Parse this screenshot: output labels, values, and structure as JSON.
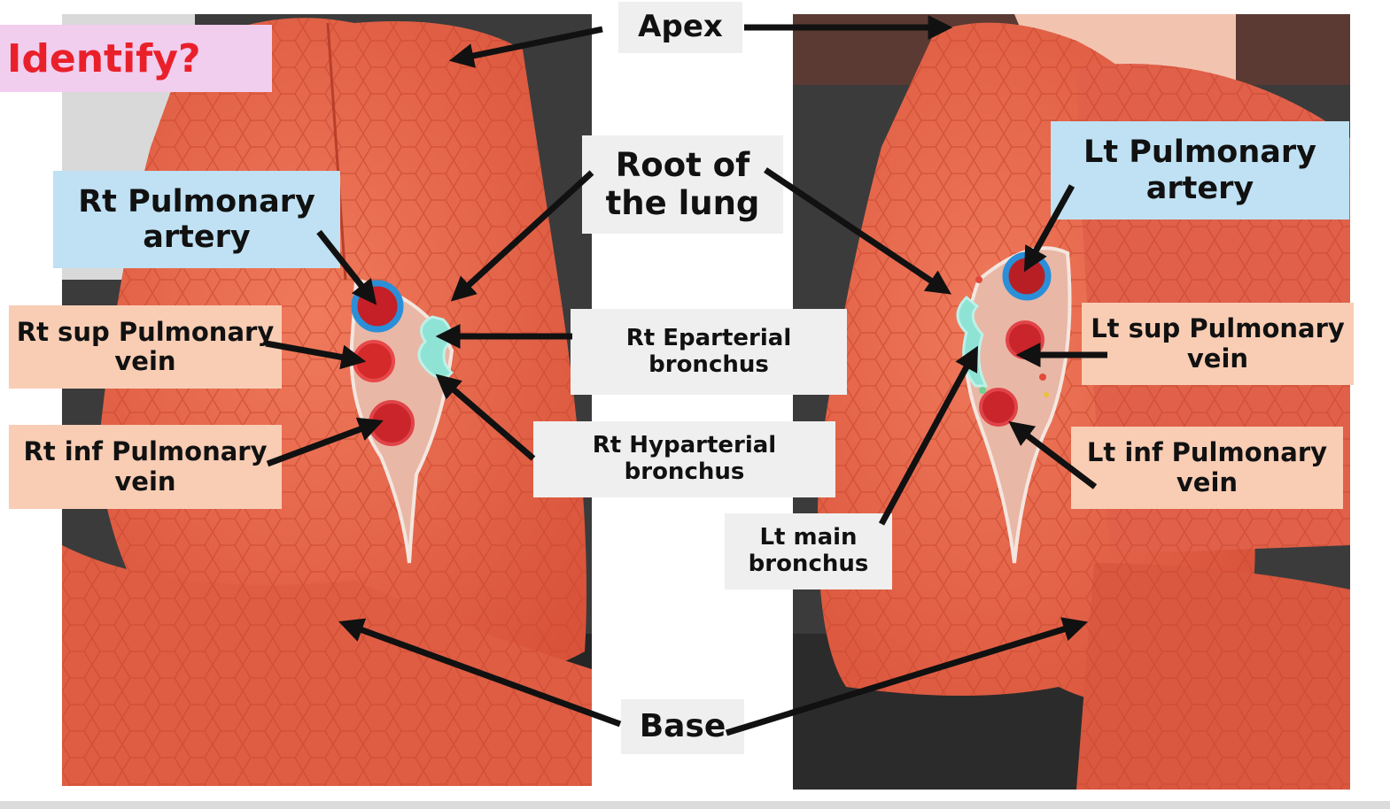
{
  "title": "Identify?",
  "labels": {
    "apex": "Apex",
    "root_line1": "Root of",
    "root_line2": "the lung",
    "base": "Base",
    "rt_pulm_artery_line1": "Rt Pulmonary",
    "rt_pulm_artery_line2": "artery",
    "rt_sup_vein_line1": "Rt sup Pulmonary",
    "rt_sup_vein_line2": "vein",
    "rt_inf_vein_line1": "Rt inf Pulmonary",
    "rt_inf_vein_line2": "vein",
    "rt_eparterial_line1": "Rt Eparterial",
    "rt_eparterial_line2": "bronchus",
    "rt_hyparterial_line1": "Rt Hyparterial",
    "rt_hyparterial_line2": "bronchus",
    "lt_main_line1": "Lt main",
    "lt_main_line2": "bronchus",
    "lt_pulm_artery_line1": "Lt Pulmonary",
    "lt_pulm_artery_line2": "artery",
    "lt_sup_vein_line1": "Lt sup Pulmonary",
    "lt_sup_vein_line2": "vein",
    "lt_inf_vein_line1": "Lt inf Pulmonary",
    "lt_inf_vein_line2": "vein"
  },
  "colors": {
    "title_text": "#e9202a",
    "title_bg": "#f1cdee",
    "artery_label_bg": "#bfe1f3",
    "vein_label_bg": "#f8cdb4",
    "neutral_label_bg": "#efefef",
    "lung_tissue": "#e8654a",
    "artery_ring": "#2a8fd8",
    "vein": "#d42a2a",
    "bronchus": "#8fe3d5"
  }
}
